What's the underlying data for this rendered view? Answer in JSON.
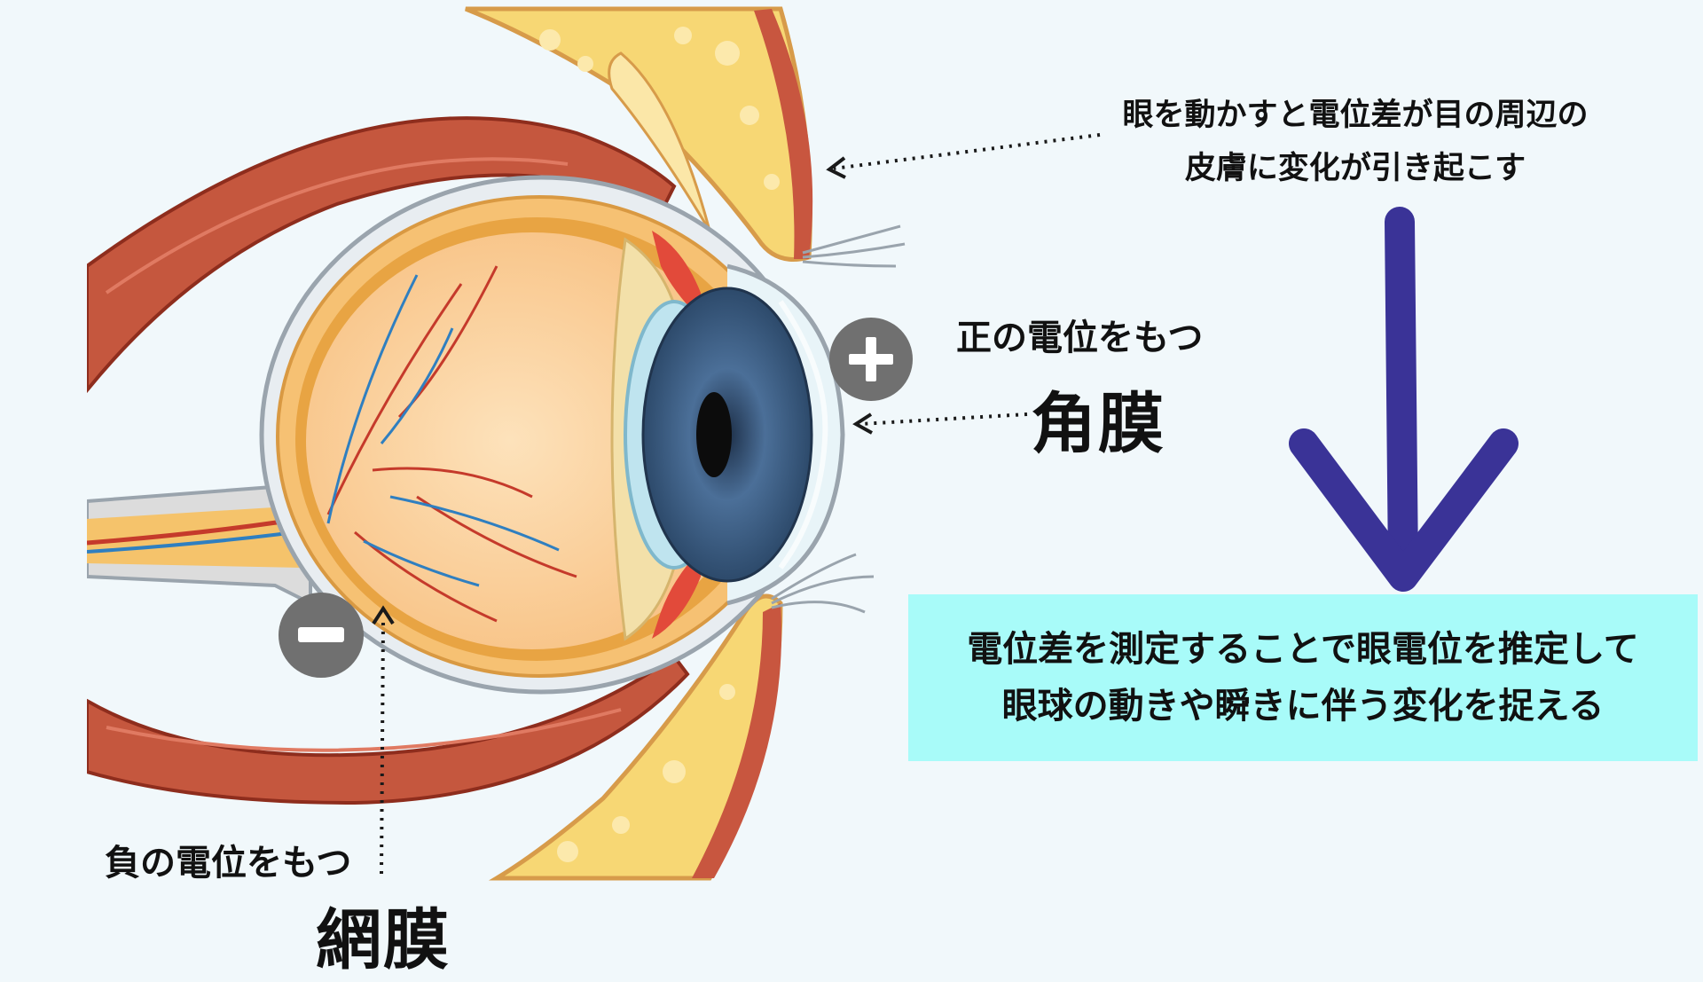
{
  "colors": {
    "background": "#f1f8fb",
    "arrow": "#3a3397",
    "result_box": "#a8fbf9",
    "charge_circle": "#707070",
    "muscle": "#c5573e",
    "fat": "#f7d774",
    "retina": "#e8a443",
    "vitreous": "#fbd29c",
    "iris": "#3d5e82",
    "optic_nerve": "#f5c36b"
  },
  "labels": {
    "cornea_sub": "正の電位をもつ",
    "cornea_title": "角膜",
    "retina_sub": "負の電位をもつ",
    "retina_title": "網膜",
    "note_lines": [
      "眼を動かすと電位差が目の周辺の",
      "皮膚に変化が引き起こす"
    ],
    "result_lines": [
      "電位差を測定することで眼電位を推定して",
      "眼球の動きや瞬きに伴う変化を捉える"
    ]
  },
  "icons": {
    "plus": "plus-charge-icon",
    "minus": "minus-charge-icon",
    "arrow": "down-arrow-icon"
  }
}
